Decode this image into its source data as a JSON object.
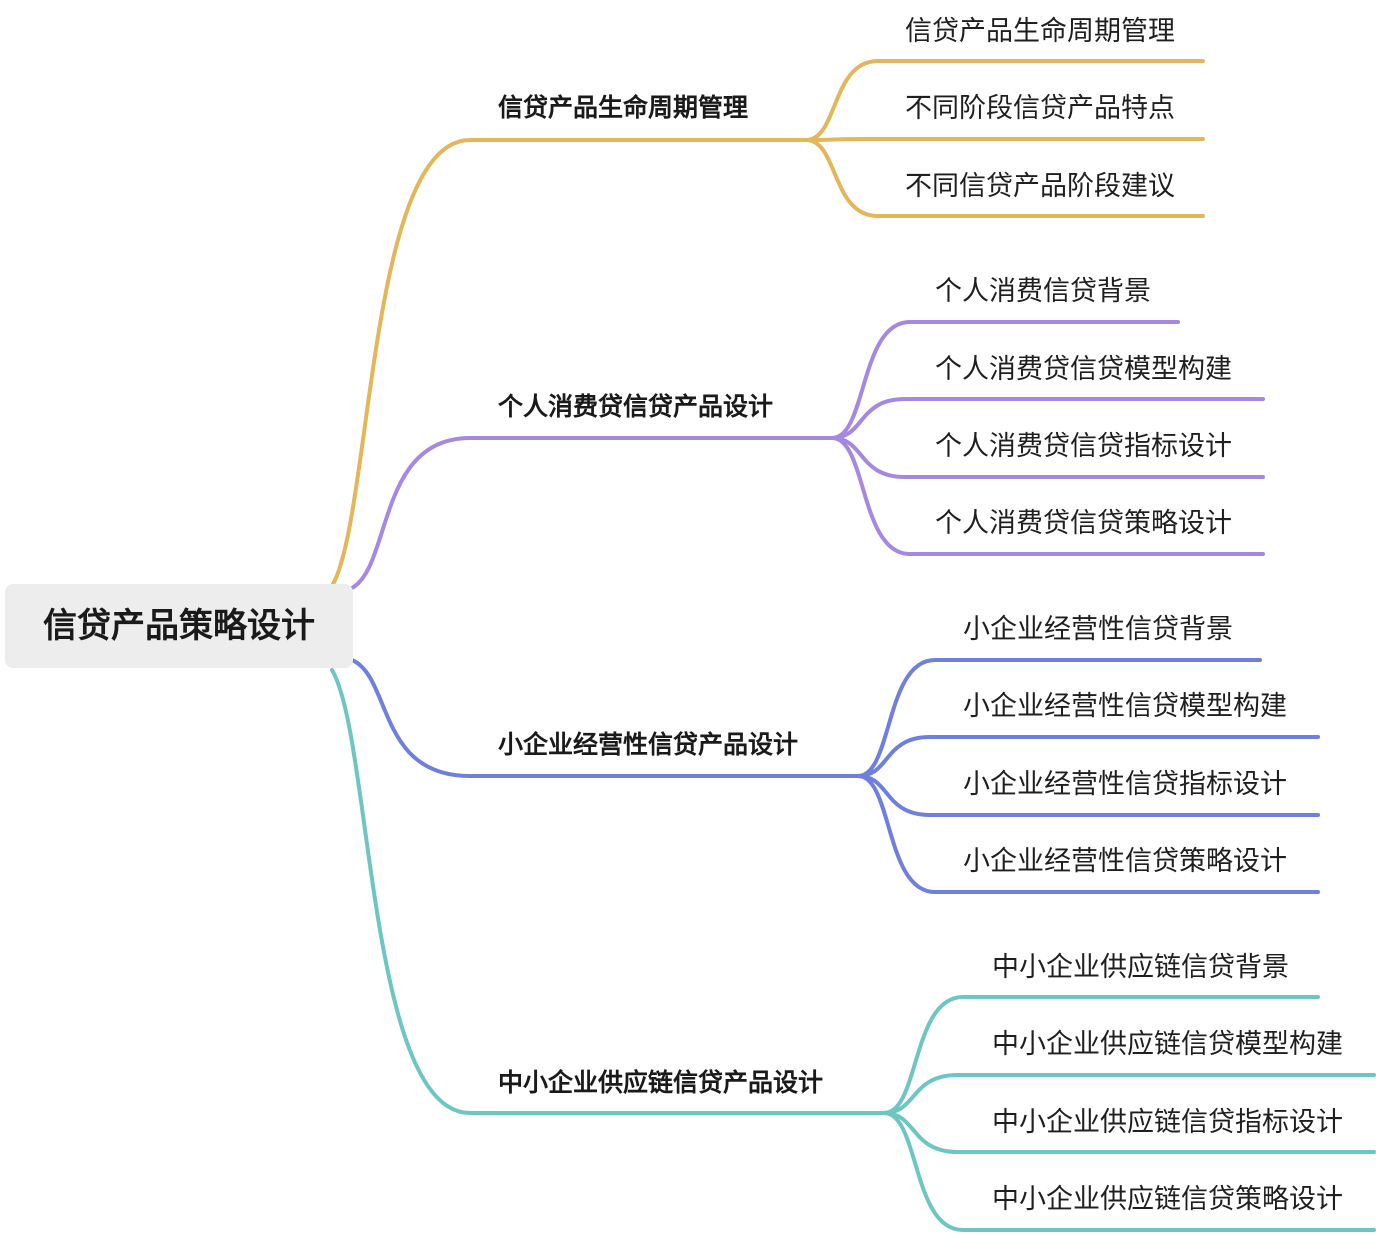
{
  "root": {
    "label": "信贷产品策略设计"
  },
  "branches": [
    {
      "label": "信贷产品生命周期管理",
      "color": "#e2b659",
      "children": [
        "信贷产品生命周期管理",
        "不同阶段信贷产品特点",
        "不同信贷产品阶段建议"
      ]
    },
    {
      "label": "个人消费贷信贷产品设计",
      "color": "#a688e0",
      "children": [
        "个人消费信贷背景",
        "个人消费贷信贷模型构建",
        "个人消费贷信贷指标设计",
        "个人消费贷信贷策略设计"
      ]
    },
    {
      "label": "小企业经营性信贷产品设计",
      "color": "#6e80db",
      "children": [
        "小企业经营性信贷背景",
        "小企业经营性信贷模型构建",
        "小企业经营性信贷指标设计",
        "小企业经营性信贷策略设计"
      ]
    },
    {
      "label": "中小企业供应链信贷产品设计",
      "color": "#6ec6c3",
      "children": [
        "中小企业供应链信贷背景",
        "中小企业供应链信贷模型构建",
        "中小企业供应链信贷指标设计",
        "中小企业供应链信贷策略设计"
      ]
    }
  ]
}
